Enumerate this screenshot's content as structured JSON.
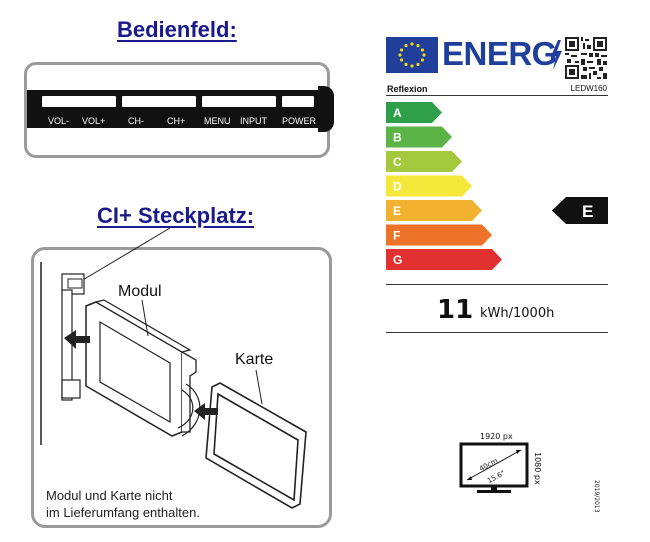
{
  "control_panel": {
    "title": "Bedienfeld:",
    "buttons": [
      "VOL-",
      "VOL+",
      "CH-",
      "CH+",
      "MENU",
      "INPUT",
      "POWER"
    ]
  },
  "ci_slot": {
    "title": "CI+ Steckplatz:",
    "module_label": "Modul",
    "card_label": "Karte",
    "note_line1": "Modul und Karte nicht",
    "note_line2": "im Lieferumfang enthalten."
  },
  "energy_label": {
    "logo_text": "ENERG",
    "brand": "Reflexion",
    "model": "LEDW160",
    "classes": [
      "A",
      "B",
      "C",
      "D",
      "E",
      "F",
      "G"
    ],
    "class_colors": [
      "#2e9e48",
      "#5cb346",
      "#a4c93c",
      "#f4e83a",
      "#f2b12e",
      "#ec7328",
      "#e03030"
    ],
    "current_class": "E",
    "consumption_value": "11",
    "consumption_unit": "kWh/1000h",
    "resolution_h": "1920 px",
    "resolution_v": "1080 px",
    "diagonal_cm": "40cm",
    "diagonal_in": "15.6\"",
    "regulation": "2019/2013"
  }
}
